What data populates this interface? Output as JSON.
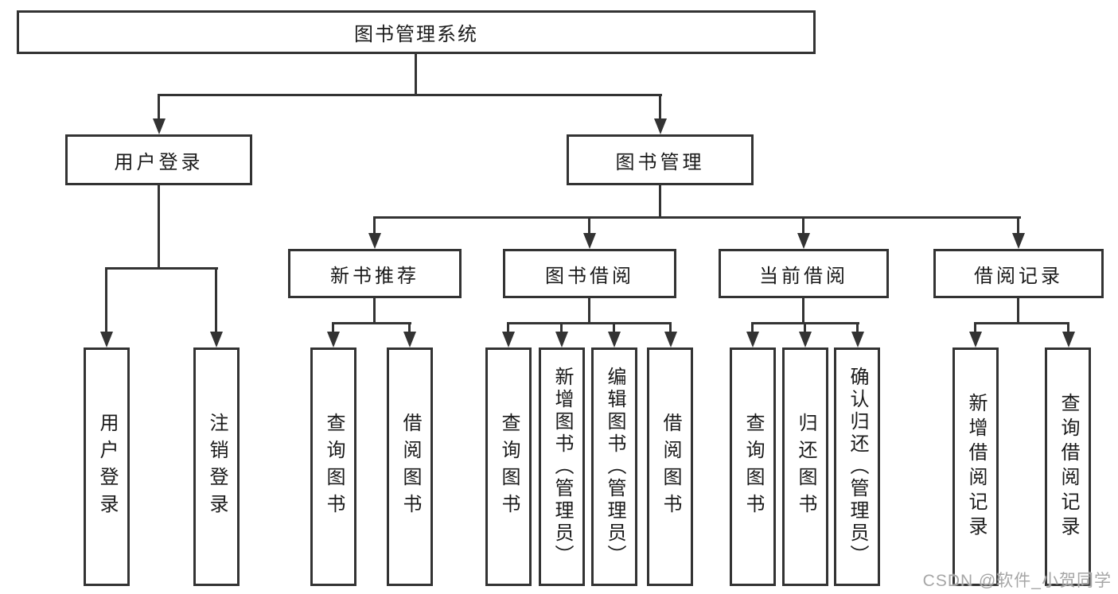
{
  "diagram": {
    "root": "图书管理系统",
    "user_login": {
      "label": "用户登录",
      "children": [
        "用户登录",
        "注销登录"
      ]
    },
    "book_mgmt": {
      "label": "图书管理",
      "sections": [
        {
          "label": "新书推荐",
          "children": [
            "查询图书",
            "借阅图书"
          ]
        },
        {
          "label": "图书借阅",
          "children": [
            "查询图书",
            "新增图书（管理员）",
            "编辑图书（管理员）",
            "借阅图书"
          ]
        },
        {
          "label": "当前借阅",
          "children": [
            "查询图书",
            "归还图书",
            "确认归还（管理员）"
          ]
        },
        {
          "label": "借阅记录",
          "children": [
            "新增借阅记录",
            "查询借阅记录"
          ]
        }
      ]
    }
  },
  "watermark": "CSDN @软件_小贺同学",
  "colors": {
    "line": "#333333",
    "text": "#1a1a1a",
    "background": "#ffffff",
    "watermark": "#a6a6a6"
  }
}
